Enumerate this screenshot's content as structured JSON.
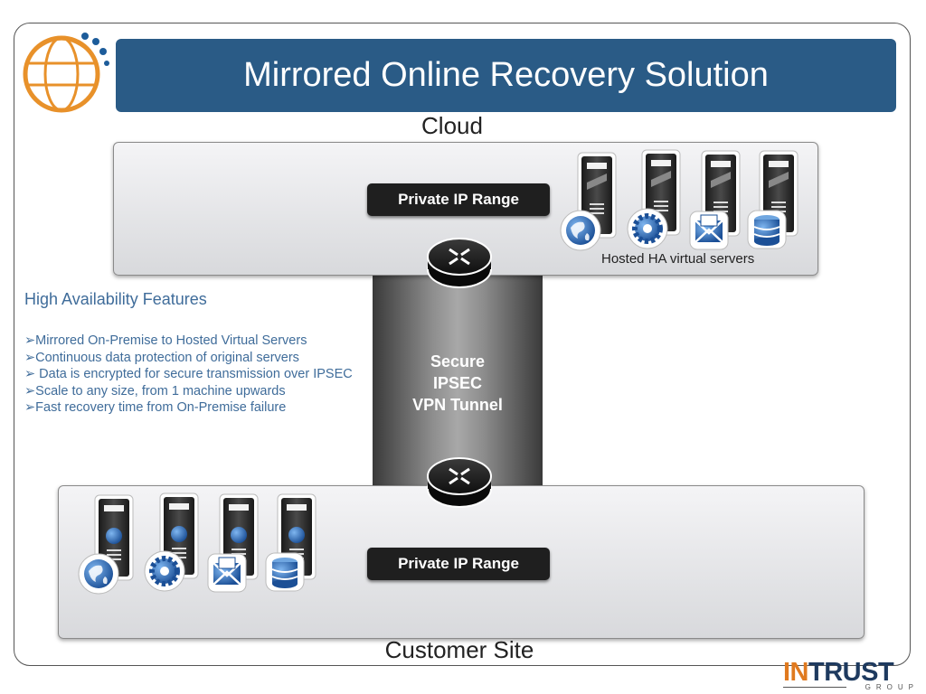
{
  "title": "Mirrored Online Recovery Solution",
  "cloud_label": "Cloud",
  "customer_label": "Customer Site",
  "private_ip_top": "Private IP Range",
  "private_ip_bottom": "Private IP Range",
  "tunnel": {
    "line1": "Secure",
    "line2": "IPSEC",
    "line3": "VPN Tunnel"
  },
  "hosted_caption": "Hosted HA virtual servers",
  "features": {
    "heading": "High Availability Features",
    "items": [
      "➢Mirrored On-Premise to Hosted Virtual Servers",
      "➢Continuous data protection of original servers",
      "➢ Data is encrypted for secure transmission over IPSEC",
      "➢Scale to any size, from 1 machine upwards",
      "➢Fast recovery time from On-Premise failure"
    ]
  },
  "brand": {
    "in": "IN",
    "trust": "TRUST",
    "group": "GROUP"
  },
  "colors": {
    "title_bar": "#2a5b86",
    "feature_text": "#3f6c9a",
    "brand_orange": "#e07a1f",
    "brand_navy": "#1e3a5f",
    "globe_orange": "#e8912a",
    "globe_blue": "#1d5c9a"
  },
  "icons": {
    "logo": "globe-logo-icon",
    "router": "router-icon",
    "server": "server-icon",
    "web": "web-globe-icon",
    "settings": "gear-icon",
    "mail": "mail-icon",
    "database": "database-icon"
  }
}
